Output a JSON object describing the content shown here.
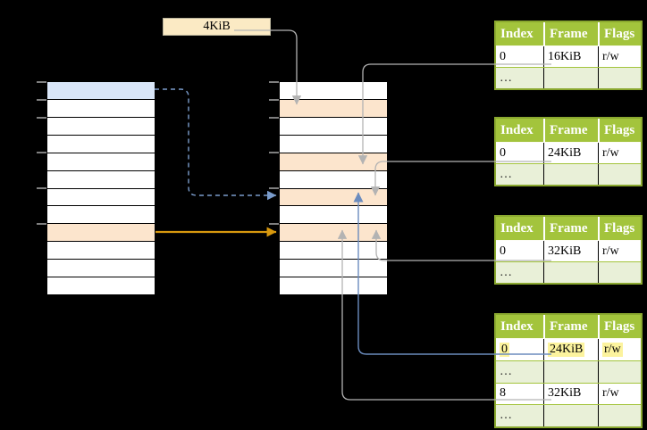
{
  "diagram": {
    "frame_size_label": "4KiB",
    "virtual_memory_table": {
      "row_count": 12,
      "blue_row_index": 0,
      "orange_row_index": 8
    },
    "physical_memory_table": {
      "row_count": 12,
      "orange_row_indices": [
        1,
        4,
        6,
        8
      ]
    },
    "tick_row_boundaries": [
      0,
      1,
      2,
      4,
      6,
      8
    ],
    "page_tables": [
      {
        "headers": [
          "Index",
          "Frame",
          "Flags"
        ],
        "rows": [
          {
            "cells": [
              "0",
              "16KiB",
              "r/w"
            ],
            "shaded": false,
            "highlighted": false
          },
          {
            "cells": [
              "…",
              "",
              ""
            ],
            "shaded": true,
            "highlighted": false
          }
        ]
      },
      {
        "headers": [
          "Index",
          "Frame",
          "Flags"
        ],
        "rows": [
          {
            "cells": [
              "0",
              "24KiB",
              "r/w"
            ],
            "shaded": false,
            "highlighted": false
          },
          {
            "cells": [
              "…",
              "",
              ""
            ],
            "shaded": true,
            "highlighted": false
          }
        ]
      },
      {
        "headers": [
          "Index",
          "Frame",
          "Flags"
        ],
        "rows": [
          {
            "cells": [
              "0",
              "32KiB",
              "r/w"
            ],
            "shaded": false,
            "highlighted": false
          },
          {
            "cells": [
              "…",
              "",
              ""
            ],
            "shaded": true,
            "highlighted": false
          }
        ]
      },
      {
        "headers": [
          "Index",
          "Frame",
          "Flags"
        ],
        "rows": [
          {
            "cells": [
              "0",
              "24KiB",
              "r/w"
            ],
            "shaded": false,
            "highlighted": true
          },
          {
            "cells": [
              "…",
              "",
              ""
            ],
            "shaded": true,
            "highlighted": false
          },
          {
            "cells": [
              "8",
              "32KiB",
              "r/w"
            ],
            "shaded": false,
            "highlighted": false
          },
          {
            "cells": [
              "…",
              "",
              ""
            ],
            "shaded": true,
            "highlighted": false
          }
        ]
      }
    ],
    "colors": {
      "background": "#000000",
      "blue_row": "#d9e6f8",
      "orange_row": "#fce5cd",
      "label_box_fill": "#fbeac4",
      "table_header_green": "#a3c43c",
      "table_row_green": "#e9f0d8",
      "table_border_green": "#8aa82f",
      "text_highlight_yellow": "#fcf39e",
      "connector_gray": "#b3b3b3",
      "connector_blue": "#6b8cbe",
      "connector_blue_dashed": "#7a9ccc",
      "connector_orange": "#d7980e"
    }
  }
}
